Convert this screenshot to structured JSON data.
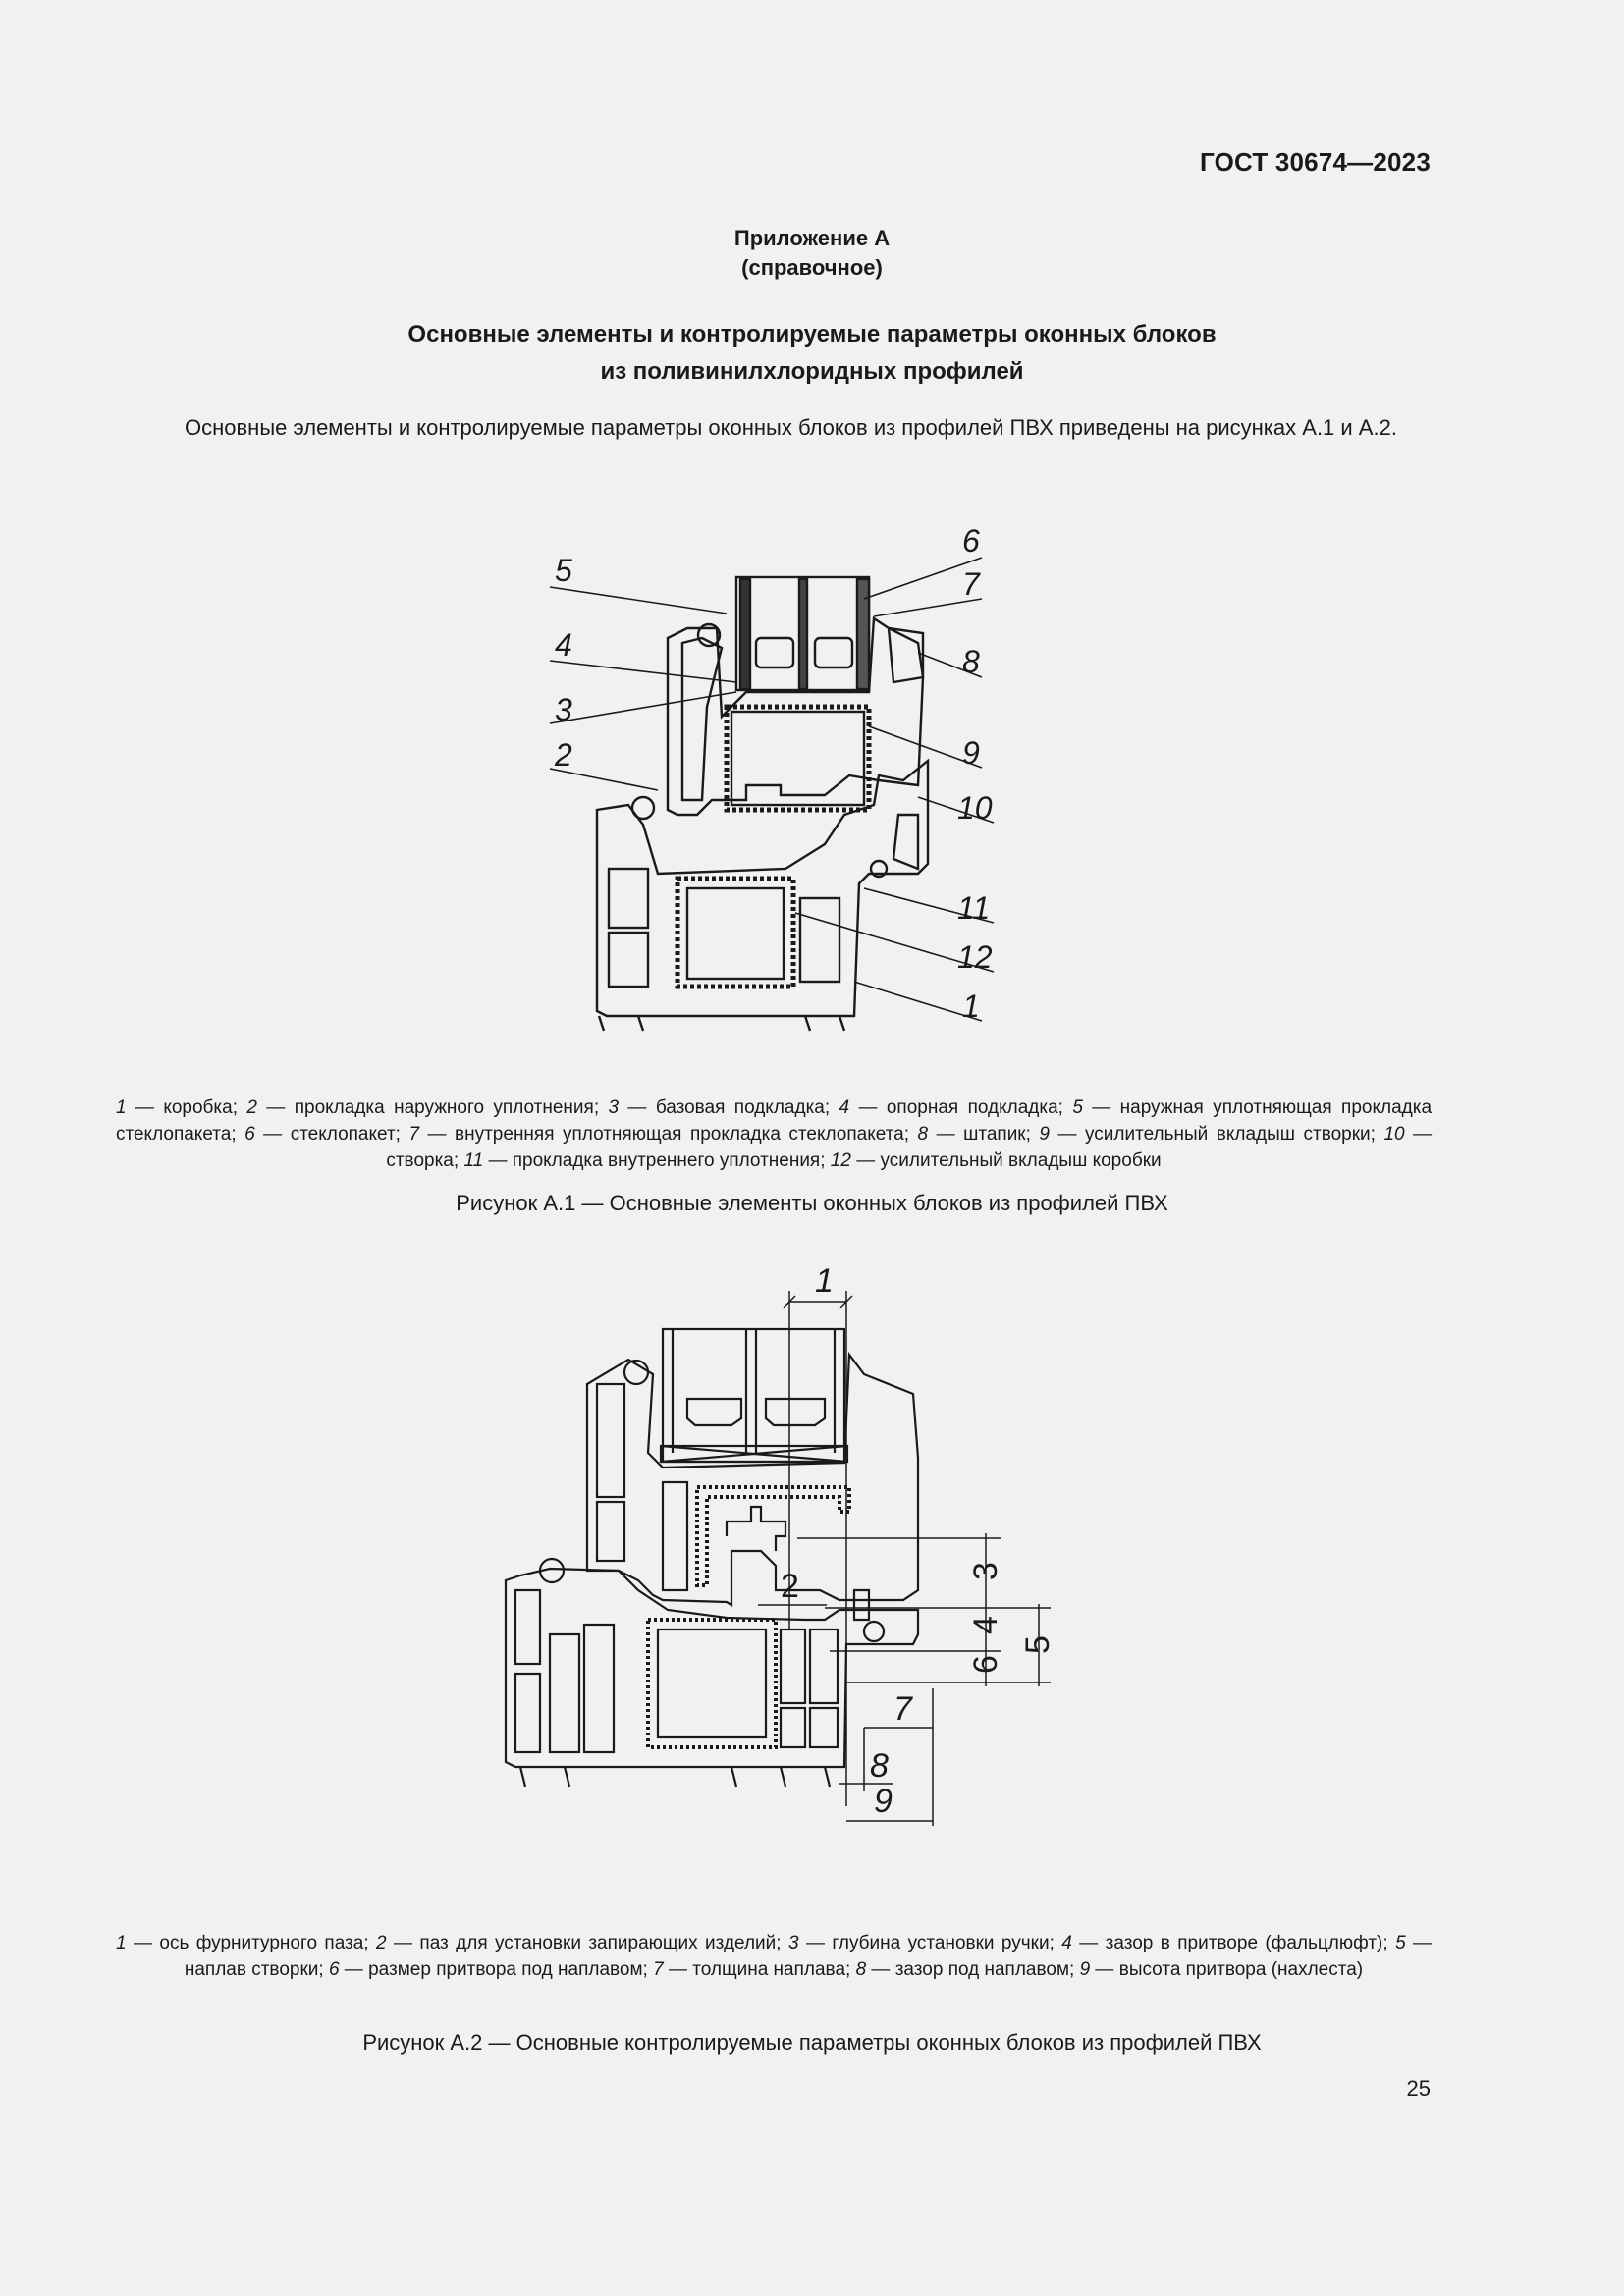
{
  "header": {
    "doc_code": "ГОСТ 30674—2023"
  },
  "appendix": {
    "label": "Приложение А",
    "type": "(справочное)",
    "title_line1": "Основные элементы и контролируемые параметры оконных блоков",
    "title_line2": "из поливинилхлоридных профилей"
  },
  "intro": {
    "text": "Основные элементы и контролируемые параметры оконных блоков из профилей ПВХ приведены на рисунках А.1 и А.2."
  },
  "figure1": {
    "callouts": [
      "1",
      "2",
      "3",
      "4",
      "5",
      "6",
      "7",
      "8",
      "9",
      "10",
      "11",
      "12"
    ],
    "legend": [
      {
        "num": "1",
        "text": "коробка"
      },
      {
        "num": "2",
        "text": "прокладка наружного уплотнения"
      },
      {
        "num": "3",
        "text": "базовая подкладка"
      },
      {
        "num": "4",
        "text": "опорная подкладка"
      },
      {
        "num": "5",
        "text": "наружная уплотняющая прокладка стеклопакета"
      },
      {
        "num": "6",
        "text": "стеклопакет"
      },
      {
        "num": "7",
        "text": "внутренняя уплотняющая прокладка стеклопакета"
      },
      {
        "num": "8",
        "text": "штапик"
      },
      {
        "num": "9",
        "text": "усилительный вкладыш створки"
      },
      {
        "num": "10",
        "text": "створка"
      },
      {
        "num": "11",
        "text": "прокладка внутреннего уплотнения"
      },
      {
        "num": "12",
        "text": "усилительный вкладыш коробки"
      }
    ],
    "caption": "Рисунок А.1 — Основные элементы оконных блоков из профилей ПВХ"
  },
  "figure2": {
    "callouts": [
      "1",
      "2",
      "3",
      "4",
      "5",
      "6",
      "7",
      "8",
      "9"
    ],
    "legend": [
      {
        "num": "1",
        "text": "ось фурнитурного паза"
      },
      {
        "num": "2",
        "text": "паз для установки запирающих изделий"
      },
      {
        "num": "3",
        "text": "глубина установки ручки"
      },
      {
        "num": "4",
        "text": "зазор в притворе (фальцлюфт)"
      },
      {
        "num": "5",
        "text": "наплав створки"
      },
      {
        "num": "6",
        "text": "размер притвора под наплавом"
      },
      {
        "num": "7",
        "text": "толщина наплава"
      },
      {
        "num": "8",
        "text": "зазор под наплавом"
      },
      {
        "num": "9",
        "text": "высота притвора (нахлеста)"
      }
    ],
    "caption": "Рисунок А.2 — Основные контролируемые параметры оконных блоков из профилей ПВХ"
  },
  "footer": {
    "page_number": "25"
  }
}
